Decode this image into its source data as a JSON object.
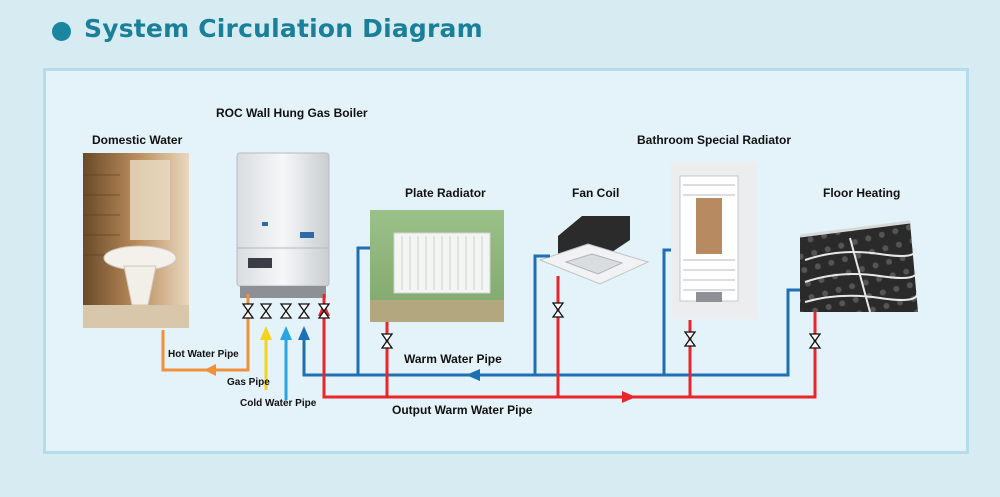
{
  "header": {
    "title": "System Circulation Diagram",
    "bullet_color": "#1a86a0"
  },
  "components": {
    "domestic_water": "Domestic Water",
    "boiler": "ROC Wall Hung Gas Boiler",
    "plate_radiator": "Plate Radiator",
    "fan_coil": "Fan Coil",
    "bathroom_radiator": "Bathroom Special Radiator",
    "floor_heating": "Floor Heating"
  },
  "pipes": {
    "hot_water": "Hot Water Pipe",
    "gas": "Gas Pipe",
    "cold_water": "Cold Water Pipe",
    "warm_water": "Warm Water Pipe",
    "output_warm_water": "Output Warm Water Pipe"
  },
  "colors": {
    "hot_water_pipe": "#f0903a",
    "gas_pipe": "#f5d21c",
    "cold_water_pipe": "#2aa6e6",
    "warm_water_pipe": "#1f6fb5",
    "output_warm_water_pipe": "#e8262c",
    "title": "#1a7f98"
  }
}
